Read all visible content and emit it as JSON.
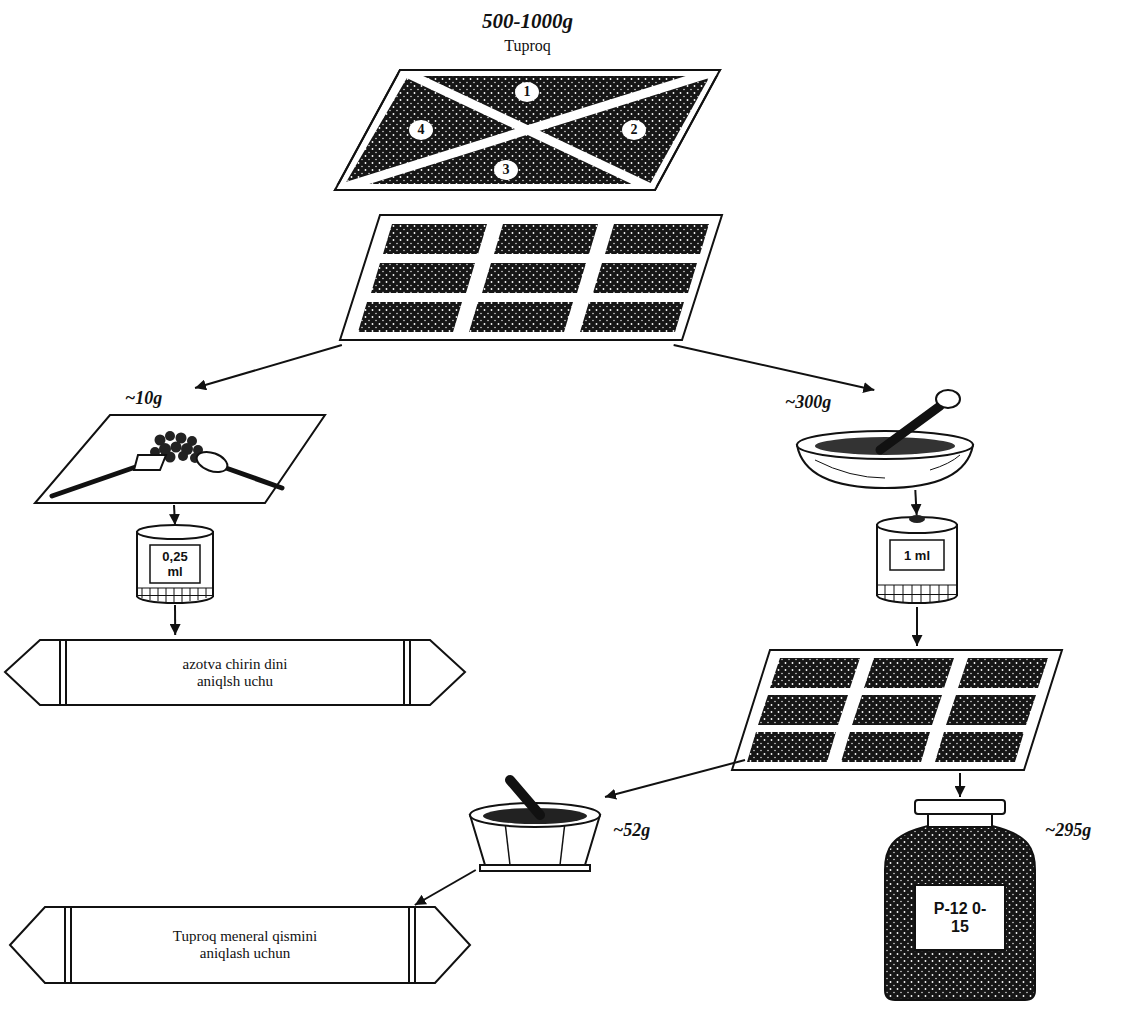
{
  "diagram": {
    "nodes": [
      {
        "text": [
          "500-1000g",
          "Tuproq"
        ]
      },
      {
        "text": [
          "~10g"
        ]
      },
      {
        "text": [
          "~300g"
        ]
      },
      {
        "text": [
          "0,25 ml"
        ]
      },
      {
        "text": [
          "1 ml"
        ]
      },
      {
        "text": [
          "azotva chirin dini aniqlsh uchu"
        ]
      },
      {
        "text": [
          "~52g"
        ]
      },
      {
        "text": [
          "~295g",
          "P-12 0-15"
        ]
      },
      {
        "text": [
          "Tuproq meneral qismini aniqlash uchun"
        ]
      }
    ],
    "edges": [
      {
        "from": 0,
        "to": 1,
        "arrow": "to"
      },
      {
        "from": 0,
        "to": 2,
        "arrow": "to"
      },
      {
        "from": 1,
        "to": 3,
        "arrow": "to"
      },
      {
        "from": 2,
        "to": 4,
        "arrow": "to"
      },
      {
        "from": 3,
        "to": 5,
        "arrow": "to"
      },
      {
        "from": 6,
        "to": 8,
        "arrow": "to"
      }
    ],
    "labels": [
      "1",
      "2",
      "3",
      "4"
    ]
  }
}
